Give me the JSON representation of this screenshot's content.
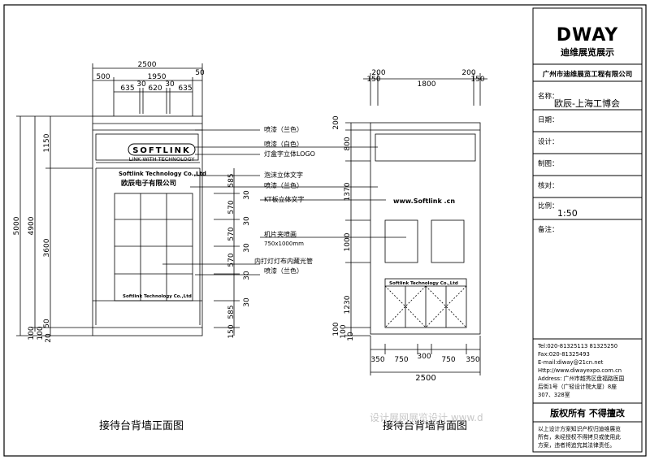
{
  "front_view": {
    "title": "接待台背墙正面图",
    "top_dims": {
      "overall": "2500",
      "left": "500",
      "mid": "1950",
      "right": "50"
    },
    "sub_dims": [
      "635",
      "30",
      "620",
      "30",
      "635"
    ],
    "left_dims": {
      "total": "5000",
      "inner": "4900",
      "top": "1150",
      "middle": "3600",
      "bottom": "50",
      "foot1": "100",
      "foot2": "100",
      "foot3": "20"
    },
    "right_dims": [
      "585",
      "30",
      "570",
      "30",
      "570",
      "30",
      "570",
      "30",
      "585",
      "30",
      "150"
    ],
    "logo_text": "SOFTLINK",
    "logo_sub": "LINK WITH TECHNOLOGY",
    "company_en": "Softlink Technology Co.,Ltd",
    "company_cn": "欧辰电子有限公司",
    "bottom_label": "Softlink Technology Co.,Ltd"
  },
  "notes": [
    "喷漆（兰色）",
    "喷漆（白色）",
    "灯盒字立体LOGO",
    "泡沫立体文字",
    "喷漆（兰色）",
    "KT板立体文字",
    "机片夹喷画",
    "750x1000mm",
    "内打灯灯布内藏光管",
    "喷漆（兰色）"
  ],
  "back_view": {
    "title": "接待台背墙背面图",
    "top_dims": {
      "a": "150",
      "b": "1800",
      "c": "200",
      "d": "150",
      "e": "200"
    },
    "left_dims": [
      "200",
      "800",
      "1370",
      "1000",
      "1230",
      "100",
      "100",
      "10"
    ],
    "website": "www.Softlink .cn",
    "cabinet_label": "Softlink Technology Co.,Ltd",
    "bottom_dims": [
      "350",
      "750",
      "300",
      "750",
      "350"
    ],
    "overall": "2500"
  },
  "watermark": "设计展网展览设计  www.d",
  "title_block": {
    "logo": "DWAY",
    "logo_cn": "迪维展览展示",
    "company": "广州市迪维展览工程有限公司",
    "name_label": "名称：",
    "name_value": "欧辰-上海工博会",
    "date_label": "日期：",
    "design_label": "设计：",
    "draw_label": "制图：",
    "check_label": "核对：",
    "scale_label": "比例：",
    "scale_value": "1:50",
    "remark_label": "备注：",
    "contact": [
      "Tel:020-81325113  81325250",
      "Fax:020-81325493",
      "E-mail:diway@21cn.net",
      "Http://www.diwayexpo.com.cn",
      "Address: 广州市越秀区盘福路医国",
      "后街1号（广轻设计院大厦）8座",
      "307、328室"
    ],
    "copyright": "版权所有  不得擅改",
    "disclaimer": [
      "以上设计方案知识产权归迪维展览",
      "所有，未经授权不得拷贝或使用此",
      "方案，违者将追究其法律责任。"
    ]
  }
}
